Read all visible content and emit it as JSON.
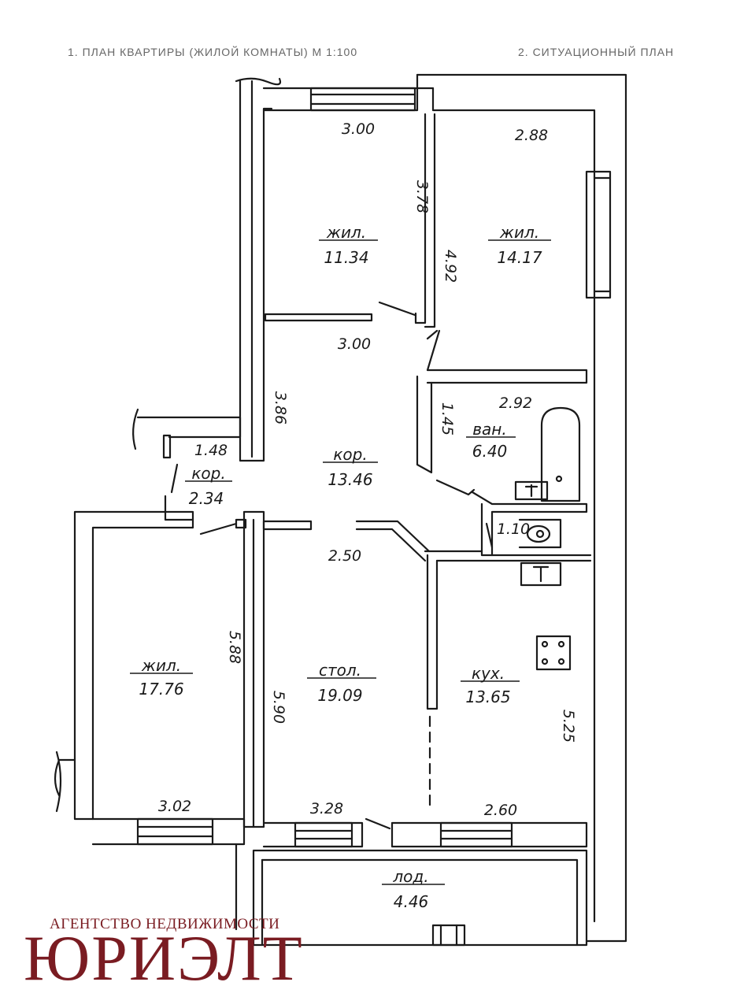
{
  "header": {
    "left": "1. ПЛАН КВАРТИРЫ (ЖИЛОЙ КОМНАТЫ) М 1:100",
    "right": "2. СИТУАЦИОННЫЙ ПЛАН"
  },
  "rooms": [
    {
      "id": "living-1",
      "name": "жил.",
      "area": "11.34"
    },
    {
      "id": "living-2",
      "name": "жил.",
      "area": "14.17"
    },
    {
      "id": "corridor-main",
      "name": "кор.",
      "area": "13.46"
    },
    {
      "id": "bathroom",
      "name": "ван.",
      "area": "6.40"
    },
    {
      "id": "corridor-small",
      "name": "кор.",
      "area": "2.34"
    },
    {
      "id": "living-3",
      "name": "жил.",
      "area": "17.76"
    },
    {
      "id": "dining",
      "name": "стол.",
      "area": "19.09"
    },
    {
      "id": "kitchen",
      "name": "кух.",
      "area": "13.65"
    },
    {
      "id": "loggia",
      "name": "лод.",
      "area": "4.46"
    }
  ],
  "dimensions": [
    "3.00",
    "2.88",
    "3.78",
    "4.92",
    "3.00",
    "2.92",
    "3.86",
    "1.45",
    "1.48",
    "1.10",
    "2.50",
    "5.88",
    "5.90",
    "5.25",
    "3.02",
    "3.28",
    "2.60"
  ],
  "brand": {
    "tagline": "АГЕНТСТВО НЕДВИЖИМОСТИ",
    "name": "ЮРИЭЛТ"
  }
}
